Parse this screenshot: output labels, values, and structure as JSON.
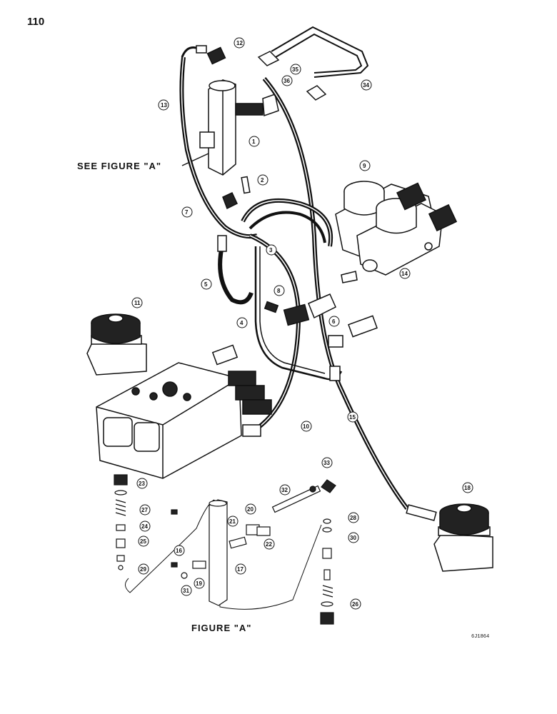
{
  "page_number": "110",
  "see_figure_label": "SEE FIGURE \"A\"",
  "figure_a_label": "FIGURE \"A\"",
  "part_code": "6J1864",
  "callouts": [
    "12",
    "13",
    "1",
    "2",
    "7",
    "3",
    "8",
    "4",
    "5",
    "6",
    "9",
    "10",
    "11",
    "14",
    "15",
    "16",
    "17",
    "18",
    "19",
    "20",
    "21",
    "22",
    "23",
    "24",
    "25",
    "26",
    "27",
    "28",
    "29",
    "30",
    "31",
    "32",
    "33",
    "34",
    "35",
    "36"
  ]
}
